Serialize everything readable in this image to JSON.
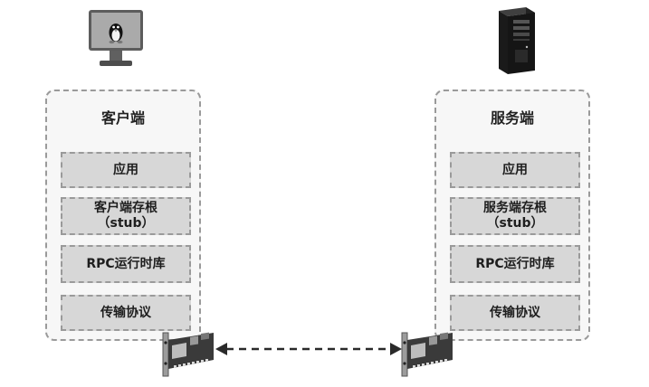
{
  "client": {
    "title": "客户端",
    "layers": [
      "应用",
      "客户端存根",
      "RPC运行时库",
      "传输协议"
    ],
    "stub_sub": "（stub）",
    "icon": "linux-monitor-icon"
  },
  "server": {
    "title": "服务端",
    "layers": [
      "应用",
      "服务端存根",
      "RPC运行时库",
      "传输协议"
    ],
    "stub_sub": "（stub）",
    "icon": "server-tower-icon"
  },
  "connection": {
    "style": "dashed double-headed arrow",
    "endpoints": "network-card-icon"
  }
}
